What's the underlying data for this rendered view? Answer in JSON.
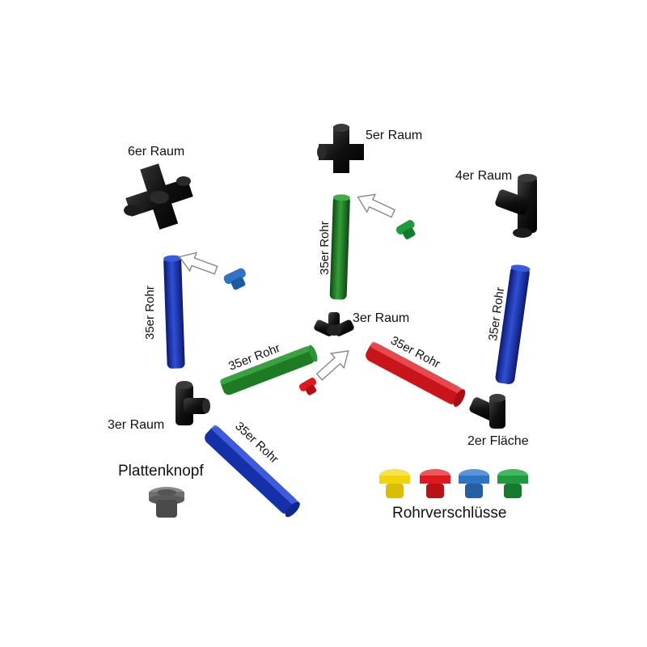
{
  "labels": {
    "connector_6er": "6er Raum",
    "connector_5er": "5er Raum",
    "connector_4er": "4er Raum",
    "connector_3er_center": "3er Raum",
    "connector_3er_left": "3er Raum",
    "connector_2er": "2er Fläche",
    "tube_left_vertical": "35er Rohr",
    "tube_center_vertical": "35er Rohr",
    "tube_right_vertical": "35er Rohr",
    "tube_green_diagonal": "35er Rohr",
    "tube_red_diagonal": "35er Rohr",
    "tube_blue_bottom": "35er Rohr",
    "plate_knob": "Plattenknopf",
    "tube_caps": "Rohrverschlüsse"
  },
  "colors": {
    "tube_blue": "#1530a8",
    "tube_green": "#1f7a25",
    "tube_red": "#c8141b",
    "connector": "#161616",
    "cap_yellow": "#f2d40c",
    "cap_red": "#e0191e",
    "cap_blue": "#2f73c4",
    "cap_green": "#1f9a3c",
    "knob_gray": "#6e6e6e"
  }
}
